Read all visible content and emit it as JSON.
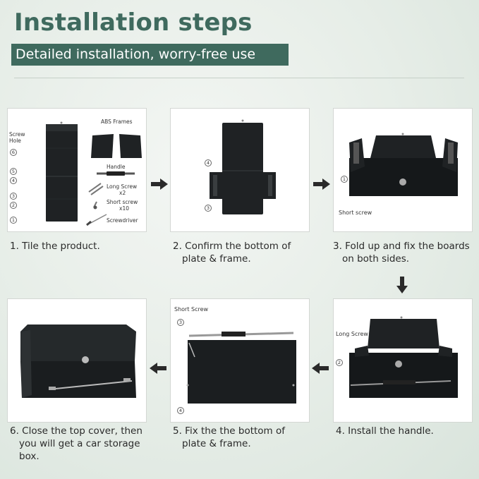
{
  "header": {
    "title": "Installation steps",
    "subtitle": "Detailed installation, worry-free use"
  },
  "colors": {
    "accent": "#3f6a5e",
    "panel": "#ffffff",
    "product": "#1f2224"
  },
  "steps": [
    {
      "caption_line1": "1. Tile the product.",
      "caption_line2": "",
      "labels": {
        "screw_hole_1": "Screw",
        "screw_hole_2": "Hole",
        "abs_frames": "ABS Frames",
        "handle": "Handle",
        "long_screw_1": "Long Screw",
        "long_screw_2": "x2",
        "short_screw_1": "Short screw",
        "short_screw_2": "x10",
        "screwdriver": "Screwdriver"
      },
      "markers": [
        "6",
        "5",
        "4",
        "3",
        "2",
        "1"
      ]
    },
    {
      "caption_line1": "2. Confirm the bottom of",
      "caption_line2": "plate & frame.",
      "markers": [
        "4",
        "3"
      ]
    },
    {
      "caption_line1": "3. Fold up and fix the boards",
      "caption_line2": "on both sides.",
      "label": "Short screw",
      "markers": [
        "1"
      ]
    },
    {
      "caption_line1": "4. Install the handle.",
      "caption_line2": "",
      "label": "Long Screw",
      "markers": [
        "2"
      ]
    },
    {
      "caption_line1": "5. Fix the the bottom of",
      "caption_line2": "plate & frame.",
      "label": "Short Screw",
      "markers": [
        "3",
        "4"
      ]
    },
    {
      "caption_line1": "6. Close the top cover, then",
      "caption_line2": "you will get a car storage",
      "caption_line3": "box."
    }
  ],
  "icons": [
    "arrow-right-icon",
    "arrow-down-icon",
    "arrow-left-icon"
  ]
}
